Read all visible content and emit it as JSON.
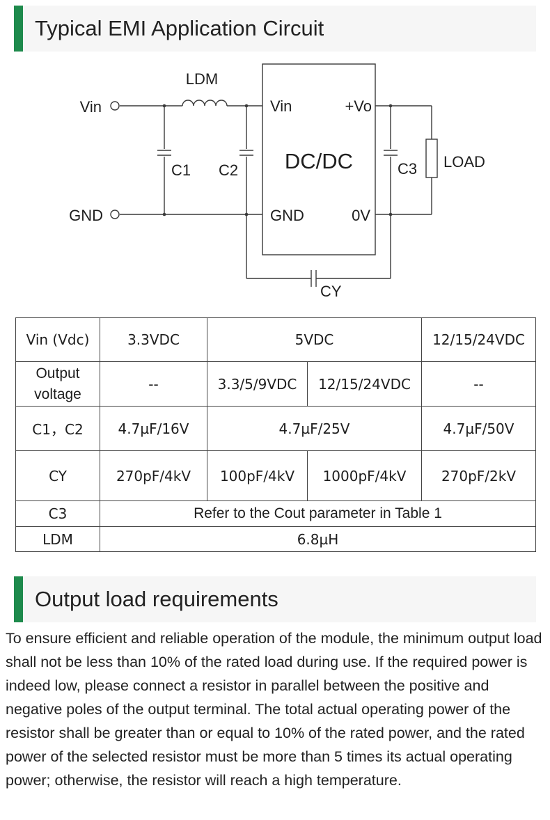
{
  "section1": {
    "title": "Typical EMI Application Circuit"
  },
  "circuit": {
    "labels": {
      "vin_in": "Vin",
      "gnd_in": "GND",
      "ldm": "LDM",
      "c1": "C1",
      "c2": "C2",
      "c3": "C3",
      "cy": "CY",
      "module": "DC/DC",
      "pin_vin": "Vin",
      "pin_gnd": "GND",
      "pin_vo": "+Vo",
      "pin_0v": "0V",
      "load": "LOAD"
    }
  },
  "table": {
    "row_vin": {
      "label": "Vin (Vdc)",
      "c1": "3.3VDC",
      "c2": "5VDC",
      "c3": "12/15/24VDC"
    },
    "row_out": {
      "label": "Output voltage",
      "c1": "--",
      "c2": "3.3/5/9VDC",
      "c3": "12/15/24VDC",
      "c4": "--"
    },
    "row_c1c2": {
      "label": "C1，C2",
      "c1": "4.7µF/16V",
      "c2": "4.7µF/25V",
      "c3": "4.7µF/50V"
    },
    "row_cy": {
      "label": "CY",
      "c1": "270pF/4kV",
      "c2": "100pF/4kV",
      "c3": "1000pF/4kV",
      "c4": "270pF/2kV"
    },
    "row_c3": {
      "label": "C3",
      "value": "Refer to the Cout parameter in Table 1"
    },
    "row_ldm": {
      "label": "LDM",
      "value": "6.8µH"
    }
  },
  "section2": {
    "title": "Output load requirements"
  },
  "body": "To ensure efficient and reliable operation of the module, the minimum output load shall not be less than 10% of the rated load during use. If the required power is indeed low, please connect a resistor in parallel between the positive and negative poles of the output terminal. The total actual operating power of the resistor shall be greater than or equal to 10% of the rated power, and the rated power of the selected resistor must be more than 5 times its actual operating power; otherwise, the resistor will reach a high temperature."
}
